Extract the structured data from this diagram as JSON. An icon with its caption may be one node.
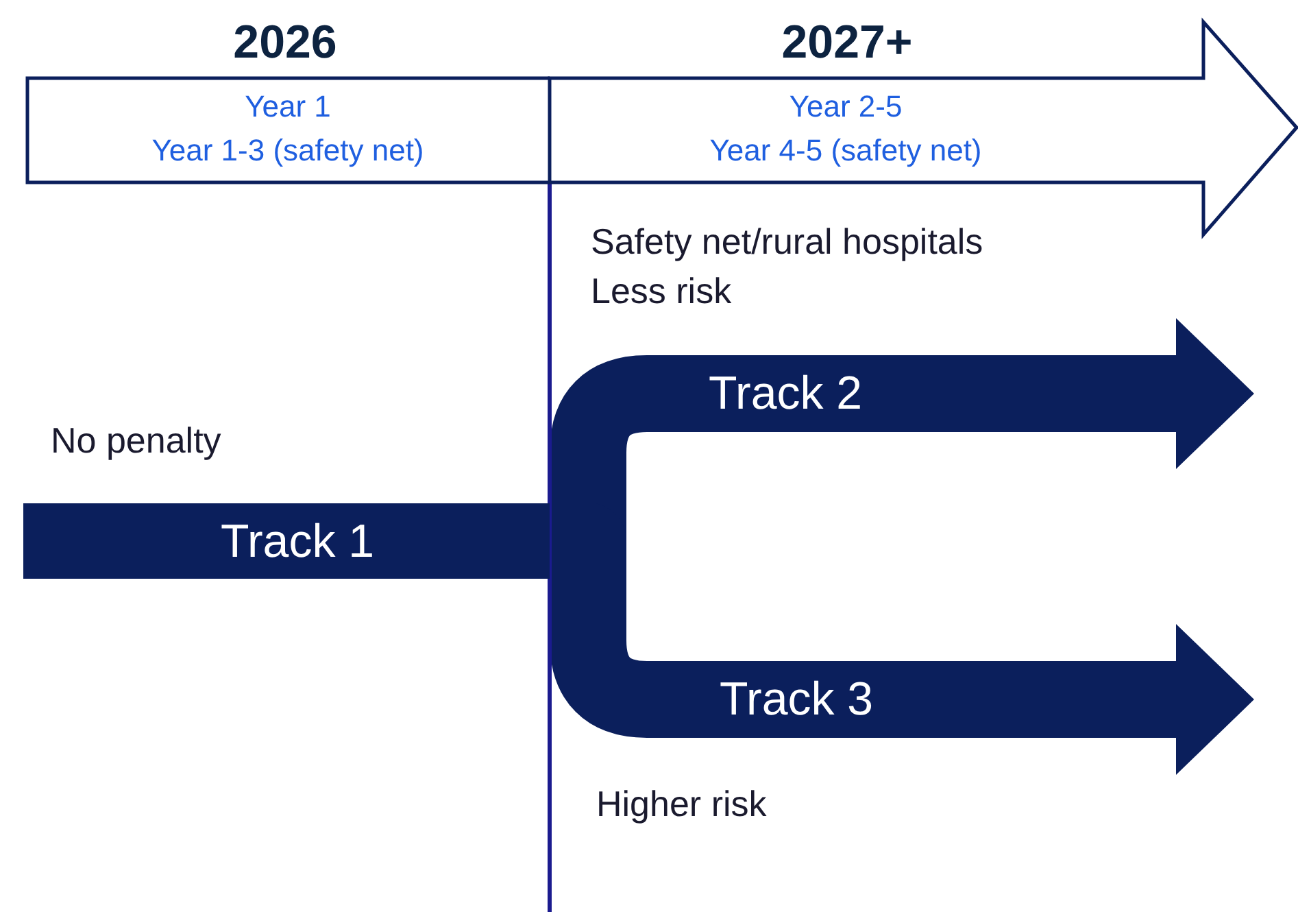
{
  "diagram": {
    "nodes": [
      {
        "text": [
          "Year 1",
          "Year 1-3 (safety net)"
        ],
        "beside": [
          "2026"
        ]
      },
      {
        "text": [
          "Year 2-5",
          "Year 4-5 (safety net)"
        ],
        "beside": [
          "2027+"
        ]
      },
      {
        "text": [
          "Track 1"
        ],
        "beside": [
          "No penalty"
        ]
      },
      {
        "text": [
          "Track 2"
        ],
        "beside": [
          "Safety net/rural hospitals",
          "Less risk"
        ]
      },
      {
        "text": [
          "Track 3"
        ],
        "beside": [
          "Higher risk"
        ]
      }
    ],
    "edges": [
      {
        "from": 2,
        "to": 3,
        "arrow": "none"
      },
      {
        "from": 2,
        "to": 4,
        "arrow": "none"
      }
    ]
  }
}
